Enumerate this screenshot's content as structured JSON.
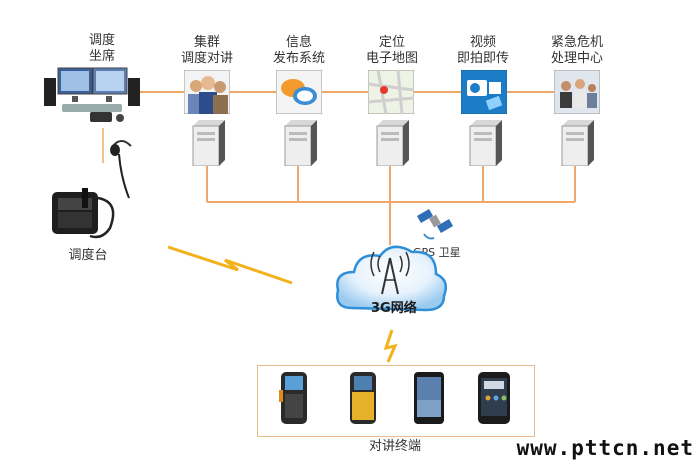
{
  "console": {
    "line1": "调度",
    "line2": "坐席"
  },
  "dispatcher": {
    "label": "调度台"
  },
  "systems": [
    {
      "id": "cluster",
      "line1": "集群",
      "line2": "调度对讲"
    },
    {
      "id": "info",
      "line1": "信息",
      "line2": "发布系统"
    },
    {
      "id": "map",
      "line1": "定位",
      "line2": "电子地图"
    },
    {
      "id": "video",
      "line1": "视频",
      "line2": "即拍即传"
    },
    {
      "id": "emergency",
      "line1": "紧急危机",
      "line2": "处理中心"
    }
  ],
  "gps": {
    "label": "GPS 卫星"
  },
  "network": {
    "label": "3G网络"
  },
  "terminals": {
    "label": "对讲终端"
  },
  "watermark": "www.pttcn.net",
  "colors": {
    "line": "#f0a868",
    "bolt": "#f2b21c",
    "cloud": "#2f8fd8",
    "box_border": "#e8b98a"
  }
}
